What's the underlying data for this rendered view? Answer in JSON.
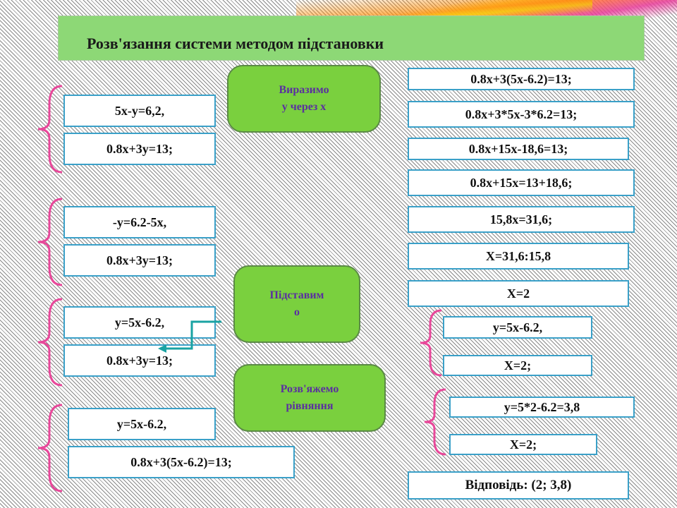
{
  "title": "Розв'язання системи методом підстановки",
  "left_systems": [
    [
      "5x-y=6,2,",
      "0.8x+3y=13;"
    ],
    [
      "-y=6.2-5x,",
      "0.8x+3y=13;"
    ],
    [
      "y=5x-6.2,",
      "0.8x+3y=13;"
    ],
    [
      "y=5x-6.2,",
      "0.8x+3(5x-6.2)=13;"
    ]
  ],
  "steps": {
    "express": [
      "Виразимо",
      "у через х"
    ],
    "substitute": [
      "Підставим",
      "о"
    ],
    "solve": [
      "Розв'яжемо",
      "рівняння"
    ]
  },
  "right_steps": [
    "0.8x+3(5x-6.2)=13;",
    "0.8x+3*5x-3*6.2=13;",
    "0.8x+15x-18,6=13;",
    "0.8x+15x=13+18,6;",
    "15,8x=31,6;",
    "X=31,6:15,8",
    "X=2"
  ],
  "right_system_1": [
    "y=5x-6.2,",
    "X=2;"
  ],
  "right_system_2": [
    "y=5*2-6.2=3,8",
    "X=2;"
  ],
  "answer": "Відповідь: (2; 3,8)",
  "colors": {
    "title_bg": "#8dd876",
    "box_border": "#3aa0c8",
    "pill_bg": "#7ad03e",
    "pill_text": "#5a2fa0",
    "brace": "#e8489a",
    "arrow": "#1aa3a3"
  }
}
